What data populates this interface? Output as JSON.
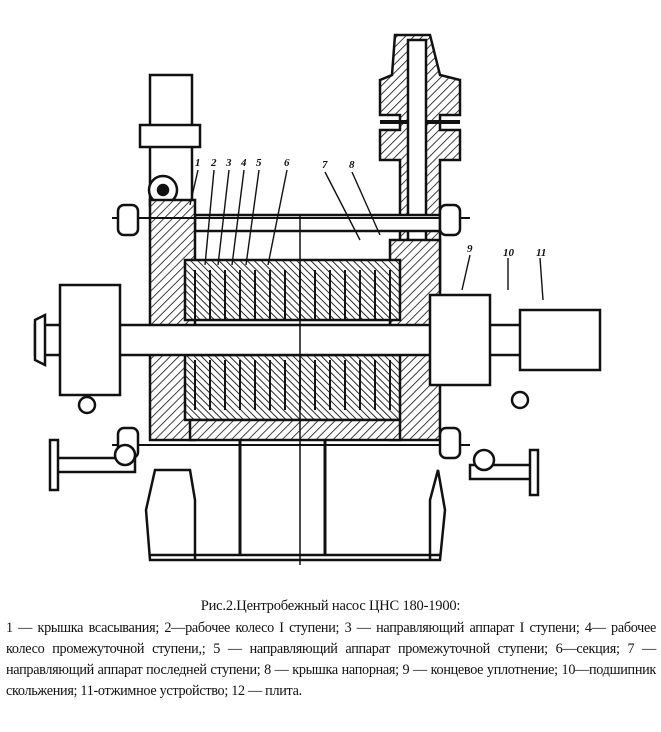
{
  "figure": {
    "title": "Рис.2.Центробежный насос ЦНС 180-1900:",
    "callouts": [
      "1",
      "2",
      "3",
      "4",
      "5",
      "6",
      "7",
      "8",
      "9",
      "10",
      "11"
    ],
    "legend": [
      {
        "num": "1",
        "text": "крышка всасывания"
      },
      {
        "num": "2",
        "text": "рабочее колесо I ступени"
      },
      {
        "num": "3",
        "text": "направляющий аппарат I ступени"
      },
      {
        "num": "4",
        "text": "рабочее колесо промежуточной ступени"
      },
      {
        "num": "5",
        "text": "направляющий аппарат промежуточной ступени"
      },
      {
        "num": "6",
        "text": "секция"
      },
      {
        "num": "7",
        "text": "направляющий аппарат последней ступени"
      },
      {
        "num": "8",
        "text": "крышка напорная"
      },
      {
        "num": "9",
        "text": "концевое уплотнение"
      },
      {
        "num": "10",
        "text": "подшипник скольжения"
      },
      {
        "num": "11",
        "text": "отжимное устройство"
      },
      {
        "num": "12",
        "text": "плита"
      }
    ],
    "caption_text": "1 — крышка всасывания; 2—рабочее колесо I ступени; 3 — направляющий аппарат I ступени; 4— рабочее колесо промежуточной ступени,; 5 — направляющий аппарат промежуточной ступени; 6—секция; 7 — направляющий аппарат последней ступени; 8 — крышка напорная; 9 — концевое уплотнение; 10—подшипник скольжения; 11-отжимное устройство; 12 — плита."
  }
}
